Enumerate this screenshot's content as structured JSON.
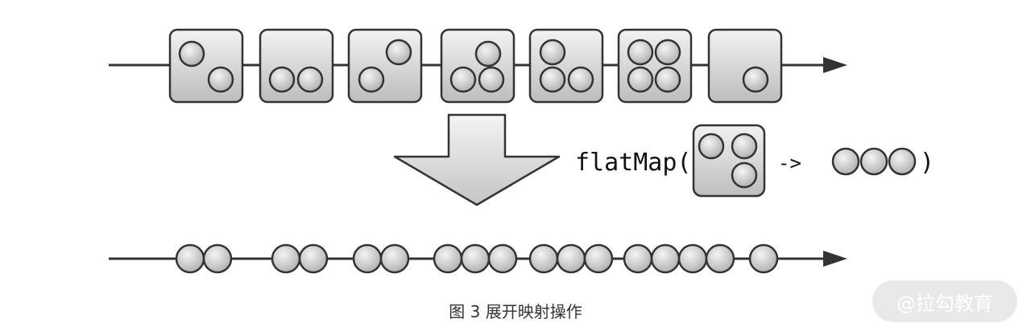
{
  "operator": {
    "name": "flatMap(",
    "arrow": "->",
    "close": ")"
  },
  "diagram": {
    "input_item_counts": [
      2,
      2,
      2,
      3,
      3,
      4,
      1
    ],
    "output_group_counts": [
      2,
      2,
      2,
      3,
      3,
      4,
      1
    ]
  },
  "caption": "图 3 展开映射操作",
  "watermark": "@拉勾教育",
  "colors": {
    "box_fill_top": "#f2f2f2",
    "box_fill_bottom": "#bdbdbd",
    "stroke": "#333333",
    "ball_fill_top": "#f4f4f4",
    "ball_fill_bottom": "#a9a9a9"
  }
}
